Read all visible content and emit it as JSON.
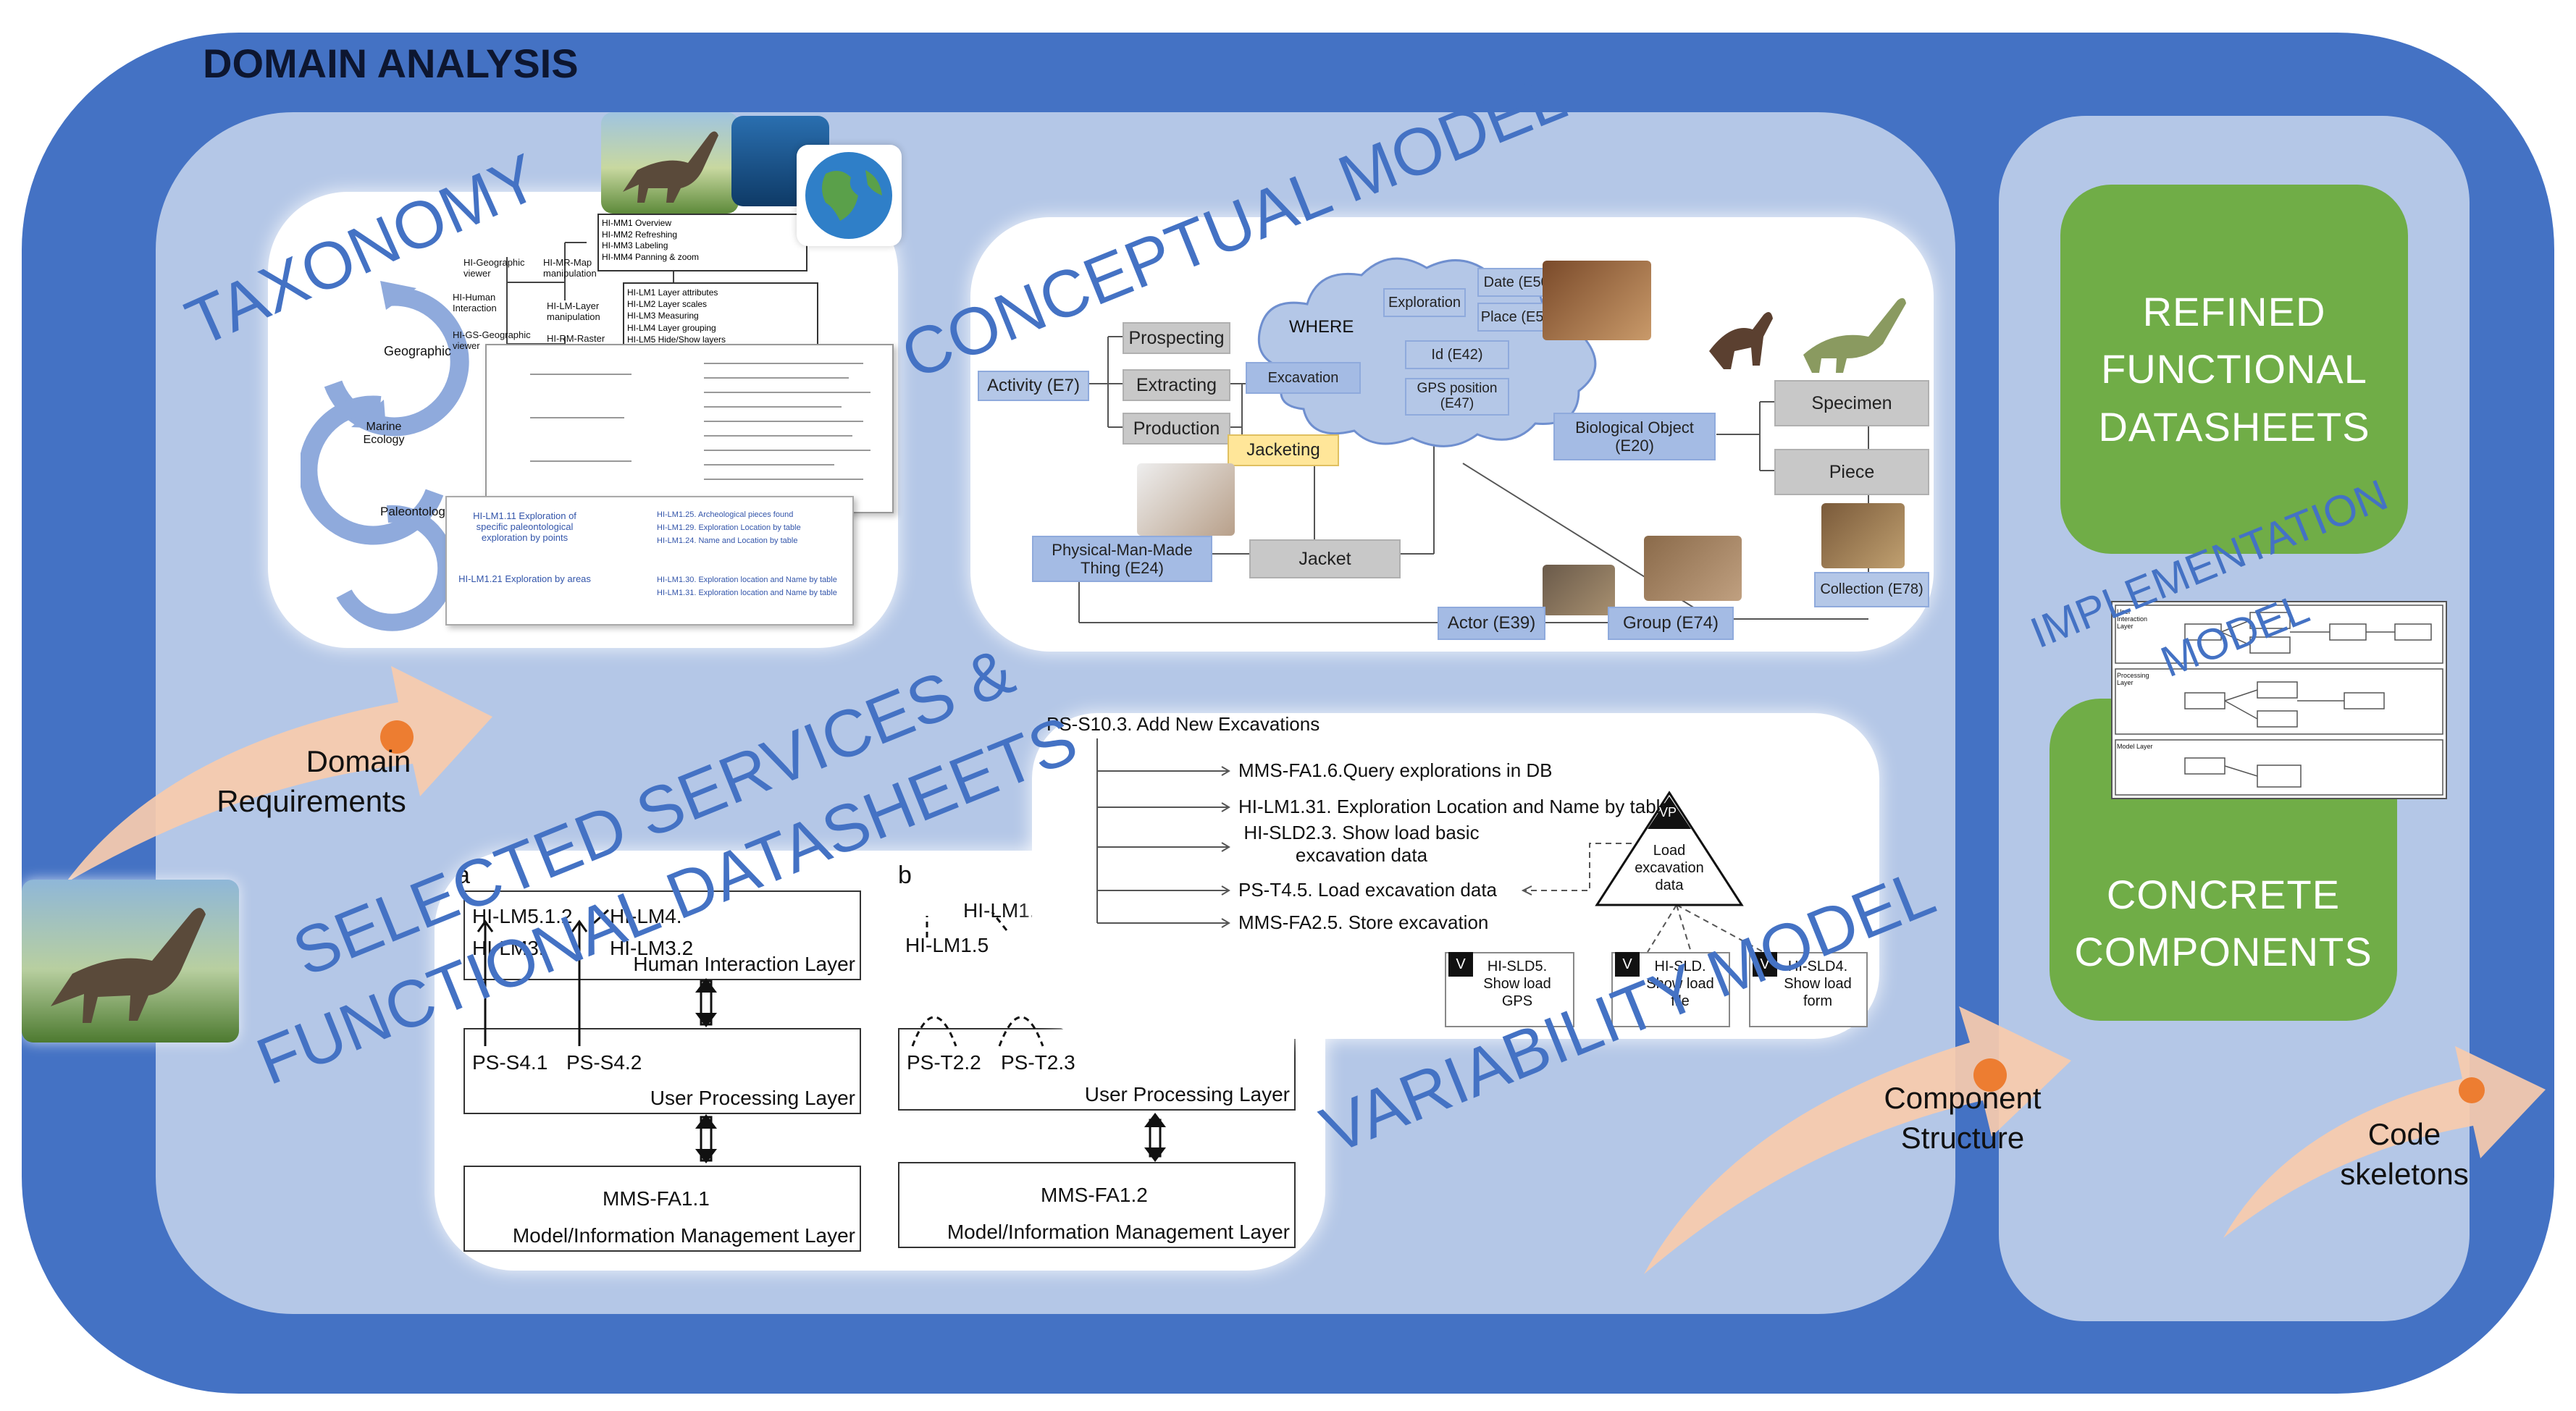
{
  "title": "DOMAIN ANALYSIS",
  "watermarks": {
    "taxonomy": "TAXONOMY",
    "conceptual": "CONCEPTUAL MODEL",
    "services_line1": "SELECTED SERVICES &",
    "services_line2": "FUNCTIONAL DATASHEETS",
    "variability": "VARIABILITY MODEL",
    "implementation_line1": "IMPLEMENTATION",
    "implementation_line2": "MODEL"
  },
  "boxes": {
    "refined": [
      "REFINED",
      "FUNCTIONAL",
      "DATASHEETS"
    ],
    "concrete": [
      "CONCRETE",
      "COMPONENTS"
    ]
  },
  "arrows": {
    "domain": [
      "Domain",
      "Requirements"
    ],
    "component": [
      "Component",
      "Structure"
    ],
    "code": [
      "Code",
      "skeletons"
    ]
  },
  "taxonomy": {
    "cycle": [
      "Geographic",
      "Marine Ecology",
      "Paleontology"
    ],
    "tree_nodes": [
      "HI-Geographic viewer",
      "HI-Human Interaction",
      "HI-MR-Map manipulation",
      "HI-LM-Layer manipulation",
      "HI-RM-Raster manipulation",
      "HI-GS-Geographic viewer"
    ],
    "list_top": [
      "HI-MM1 Overview",
      "HI-MM2 Refreshing",
      "HI-MM3 Labeling",
      "HI-MM4 Panning & zoom"
    ],
    "list_mid": [
      "HI-LM1 Layer attributes",
      "HI-LM2 Layer scales",
      "HI-LM3 Measuring",
      "HI-LM4 Layer grouping",
      "HI-LM5 Hide/Show layers"
    ],
    "items": [
      "HI-LM1.11 Exploration of specific paleontological exploration by points",
      "HI-LM1.21 Exploration by areas"
    ],
    "sub_items": [
      "HI-LM1.25. Archeological pieces found",
      "HI-LM1.29. Exploration Location by table",
      "HI-LM1.24. Name and Location by table",
      "HI-LM1.30. Exploration location and Name by table",
      "HI-LM1.31. Exploration location and Name by table"
    ]
  },
  "conceptual": {
    "activity": "Activity (E7)",
    "prospecting": "Prospecting",
    "extracting": "Extracting",
    "production": "Production",
    "where": "WHERE",
    "exploration": "Exploration",
    "excavation": "Excavation",
    "date": "Date (E50)",
    "place": "Place (E53)",
    "id": "Id (E42)",
    "gps": "GPS position (E47)",
    "jacketing": "Jacketing",
    "physical": "Physical-Man-Made Thing (E24)",
    "jacket": "Jacket",
    "bio": "Biological Object (E20)",
    "specimen": "Specimen",
    "piece": "Piece",
    "collection": "Collection (E78)",
    "actor": "Actor (E39)",
    "group": "Group (E74)"
  },
  "services": {
    "label_a": "a",
    "label_b": "b",
    "a_top": [
      "HI-LM5.1.2",
      "HI-LM4.",
      "HI-LM3.",
      "HI-LM3.2"
    ],
    "a_layer_top": "Human Interaction Layer",
    "a_mid": [
      "PS-S4.1",
      "PS-S4.2"
    ],
    "a_layer_mid": "User Processing Layer",
    "a_bottom": "MMS-FA1.1",
    "a_layer_bottom": "Model/Information Management Layer",
    "b_top": [
      "HI-LM1.",
      "HI-LM1.5"
    ],
    "b_mid": [
      "PS-T2.2",
      "PS-T2.3"
    ],
    "b_layer_mid": "User Processing Layer",
    "b_bottom": "MMS-FA1.2",
    "b_layer_bottom": "Model/Information Management Layer"
  },
  "variability": {
    "root": "PS-S10.3. Add New Excavations",
    "items": [
      "MMS-FA1.6.Query explorations in DB",
      "HI-LM1.31. Exploration Location and Name by table",
      "HI-SLD2.3. Show load basic excavation data",
      "PS-T4.5. Load excavation data",
      "MMS-FA2.5. Store excavation"
    ],
    "vp_tag": "VP",
    "vp": "Load excavation data",
    "v_tag": "V",
    "variants": [
      "HI-SLD5. Show load GPS",
      "HI-SLD. Show load file",
      "HI-SLD4. Show load form"
    ]
  },
  "implementation": {
    "layers": [
      "User Interaction Layer",
      "Processing Layer",
      "Model Layer"
    ]
  }
}
